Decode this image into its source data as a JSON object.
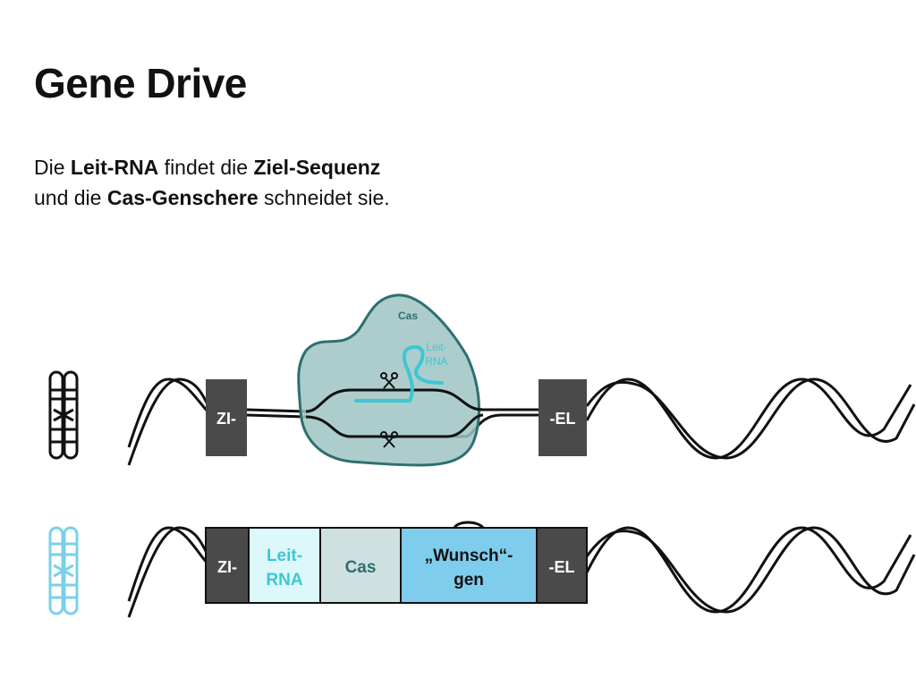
{
  "title": "Gene Drive",
  "subtitle": {
    "line1": [
      {
        "text": "Die ",
        "bold": false
      },
      {
        "text": "Leit-RNA",
        "bold": true
      },
      {
        "text": " findet die ",
        "bold": false
      },
      {
        "text": "Ziel-Sequenz",
        "bold": true
      }
    ],
    "line2": [
      {
        "text": "und die ",
        "bold": false
      },
      {
        "text": "Cas-Genschere",
        "bold": true
      },
      {
        "text": " schneidet sie.",
        "bold": false
      }
    ]
  },
  "top_strand": {
    "left_block": "ZI-",
    "right_block": "-EL",
    "cas_label": "Cas",
    "guide_label_line1": "Leit-",
    "guide_label_line2": "RNA",
    "scissors_icon": "scissors-icon"
  },
  "bottom_strand": {
    "left_block": "ZI-",
    "guide_block_line1": "Leit-",
    "guide_block_line2": "RNA",
    "cas_block": "Cas",
    "wish_block_line1": "„Wunsch“-",
    "wish_block_line2": "gen",
    "right_block": "-EL"
  },
  "colors": {
    "dark_block": "#4a4a4a",
    "cas_fill": "#9fc4c3",
    "cas_stroke": "#2f6f6f",
    "guide_rna": "#3cc7d3",
    "guide_block": "#dcf8fb",
    "cas_block": "#cfe0e1",
    "wish_block": "#7fcdec",
    "chromosome_black": "#111111",
    "chromosome_blue": "#7ad0ea"
  }
}
